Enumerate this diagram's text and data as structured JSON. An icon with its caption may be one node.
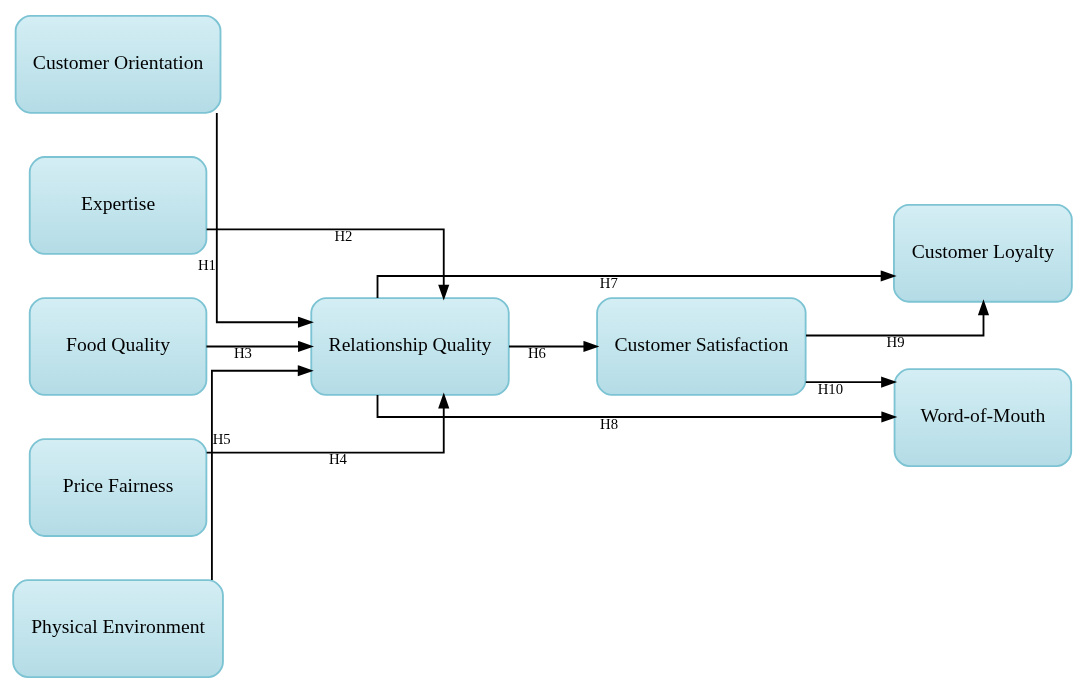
{
  "diagram": {
    "nodes": [
      {
        "text": [
          "Customer Orientation"
        ]
      },
      {
        "text": [
          "Expertise"
        ]
      },
      {
        "text": [
          "Food Quality"
        ]
      },
      {
        "text": [
          "Price Fairness"
        ]
      },
      {
        "text": [
          "Physical Environment"
        ]
      },
      {
        "text": [
          "Relationship Quality"
        ]
      },
      {
        "text": [
          "Customer Loyalty"
        ]
      },
      {
        "text": [
          "Customer Satisfaction"
        ]
      },
      {
        "text": [
          "Word-of-Mouth"
        ]
      }
    ],
    "edges": [
      {
        "from": 0,
        "to": 5,
        "arrow": "to",
        "label": "H1"
      },
      {
        "from": 1,
        "to": 5,
        "arrow": "to",
        "label": "H2"
      },
      {
        "from": 2,
        "to": 5,
        "arrow": "to",
        "label": "H3"
      },
      {
        "from": 3,
        "to": 5,
        "arrow": "to",
        "label": "H4"
      },
      {
        "from": 4,
        "to": 5,
        "arrow": "to",
        "label": "H5"
      },
      {
        "from": 5,
        "to": 7,
        "arrow": "to",
        "label": "H6"
      },
      {
        "from": 5,
        "to": 6,
        "arrow": "to",
        "label": "H7"
      },
      {
        "from": 5,
        "to": 8,
        "arrow": "to",
        "label": "H8"
      },
      {
        "from": 7,
        "to": 6,
        "arrow": "to",
        "label": "H9"
      },
      {
        "from": 7,
        "to": 8,
        "arrow": "to",
        "label": "H10"
      }
    ]
  }
}
